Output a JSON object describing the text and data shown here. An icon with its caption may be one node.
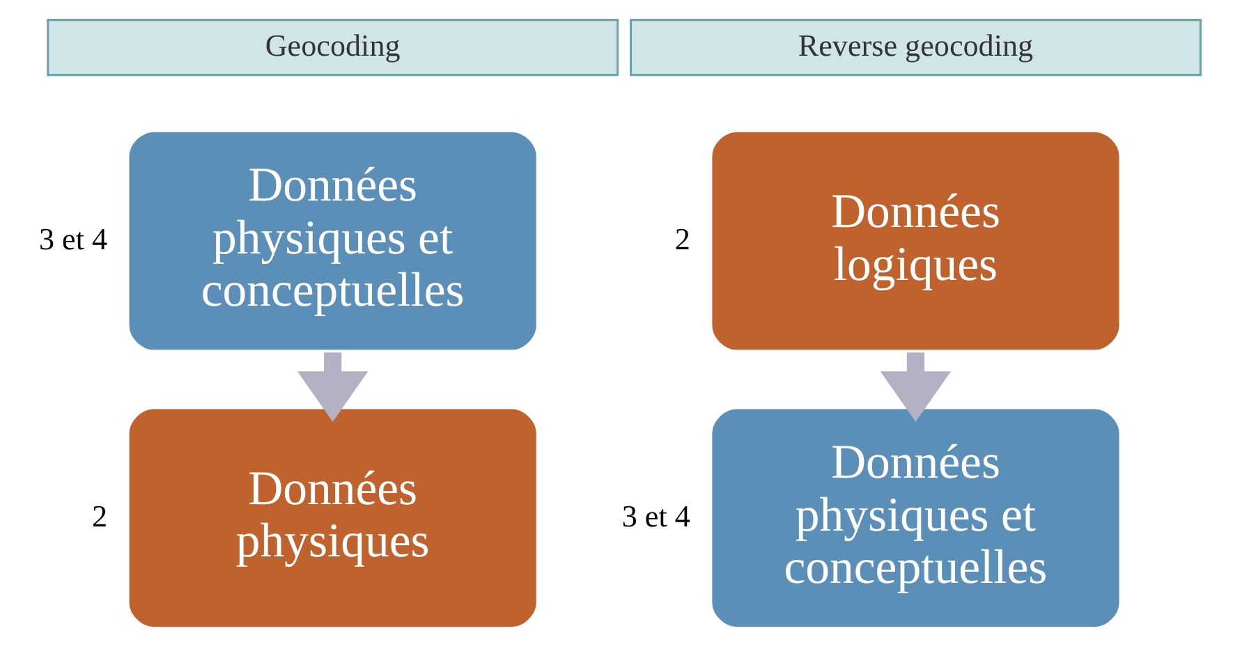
{
  "diagram": {
    "nodes": [
      {
        "text": [
          "Geocoding"
        ]
      },
      {
        "text": [
          "Reverse geocoding"
        ]
      },
      {
        "text": [
          "Données physiques et conceptuelles"
        ],
        "beside": [
          "3 et 4"
        ]
      },
      {
        "text": [
          "Données logiques"
        ],
        "beside": [
          "2"
        ]
      },
      {
        "text": [
          "Données physiques"
        ],
        "beside": [
          "2"
        ]
      },
      {
        "text": [
          "Données physiques et conceptuelles"
        ],
        "beside": [
          "3 et 4"
        ]
      }
    ],
    "edges": [
      {
        "from": 2,
        "to": 4,
        "arrow": "to"
      },
      {
        "from": 3,
        "to": 5,
        "arrow": "to"
      }
    ]
  }
}
